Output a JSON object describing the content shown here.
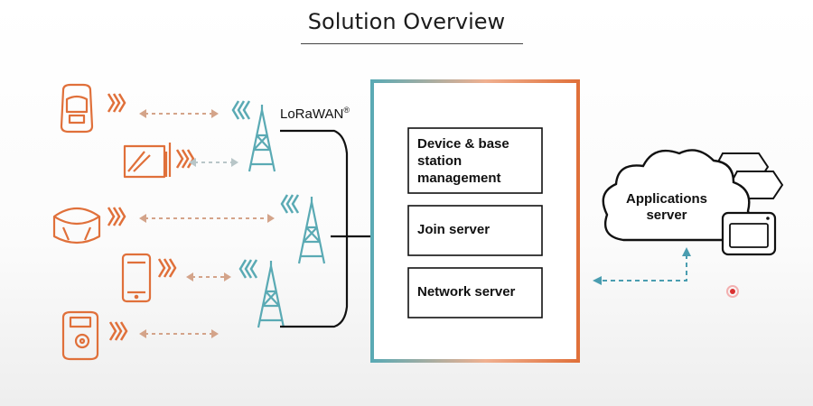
{
  "title": "Solution Overview",
  "network_label": "LoRaWAN",
  "network_label_mark": "®",
  "platform": {
    "boxes": [
      {
        "name": "device-management",
        "label": "Device & base station management"
      },
      {
        "name": "join-server",
        "label": "Join server"
      },
      {
        "name": "network-server",
        "label": "Network server"
      }
    ]
  },
  "cloud": {
    "label": "Applications server"
  },
  "devices": [
    "smart-meter-icon",
    "sensor-with-antenna-icon",
    "tracker-icon",
    "smartphone-icon",
    "camera-icon"
  ],
  "colors": {
    "device_orange": "#e0703a",
    "tower_teal": "#5aaab4",
    "box_gradient_left": "#5aaab4",
    "box_gradient_right": "#e0703a",
    "dashed_teal": "#4a9db0",
    "line_dark": "#111111"
  }
}
